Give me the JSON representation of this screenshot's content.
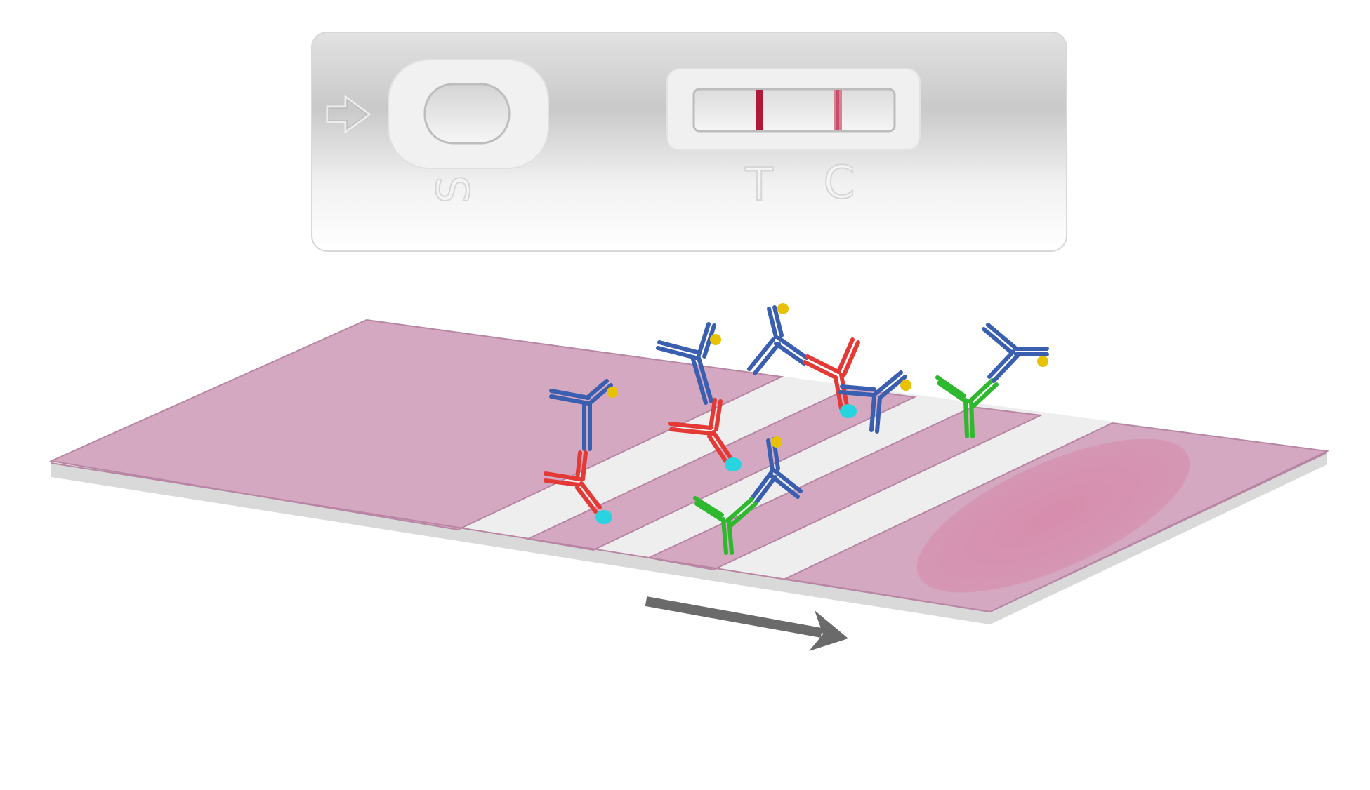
{
  "cassette": {
    "sample_well_label": "S",
    "test_line_label": "T",
    "control_line_label": "C"
  },
  "colors": {
    "cassette_body": "#e6e6e6",
    "pad_pink": "#d3a8c0",
    "pad_edge": "#b886a4",
    "membrane_white": "#eeeeee",
    "backing_grey": "#d9d9d9",
    "absorbent_spot": "#d690ae",
    "line_red": "#b0183a",
    "antibody_blue": "#3a5fb0",
    "antibody_red": "#e53935",
    "antibody_green": "#2eb82e",
    "label_gold": "#e8c200",
    "antigen_cyan": "#27d4e0",
    "flow_arrow": "#6a6a6a"
  },
  "icons": {
    "inlet": "hollow-arrow-icon",
    "flow": "flow-direction-arrow-icon"
  }
}
